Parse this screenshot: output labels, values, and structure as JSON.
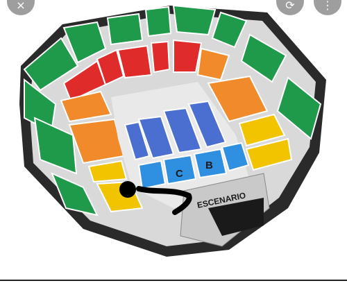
{
  "map": {
    "stage_label": "ESCENARIO",
    "section_labels": [
      "C",
      "B"
    ],
    "colors": {
      "green": "#1e9a4a",
      "red": "#e02b2b",
      "orange": "#f08a2a",
      "yellow": "#f2c400",
      "blue_light": "#2f8fe0",
      "blue_dark": "#4a6fd0",
      "structure": "#2a2a2a",
      "floor": "#e9e9e9",
      "marker": "#000000"
    }
  },
  "toolbar": {
    "close_icon": "×",
    "share_icon": "⟳",
    "more_icon": "⋮"
  }
}
